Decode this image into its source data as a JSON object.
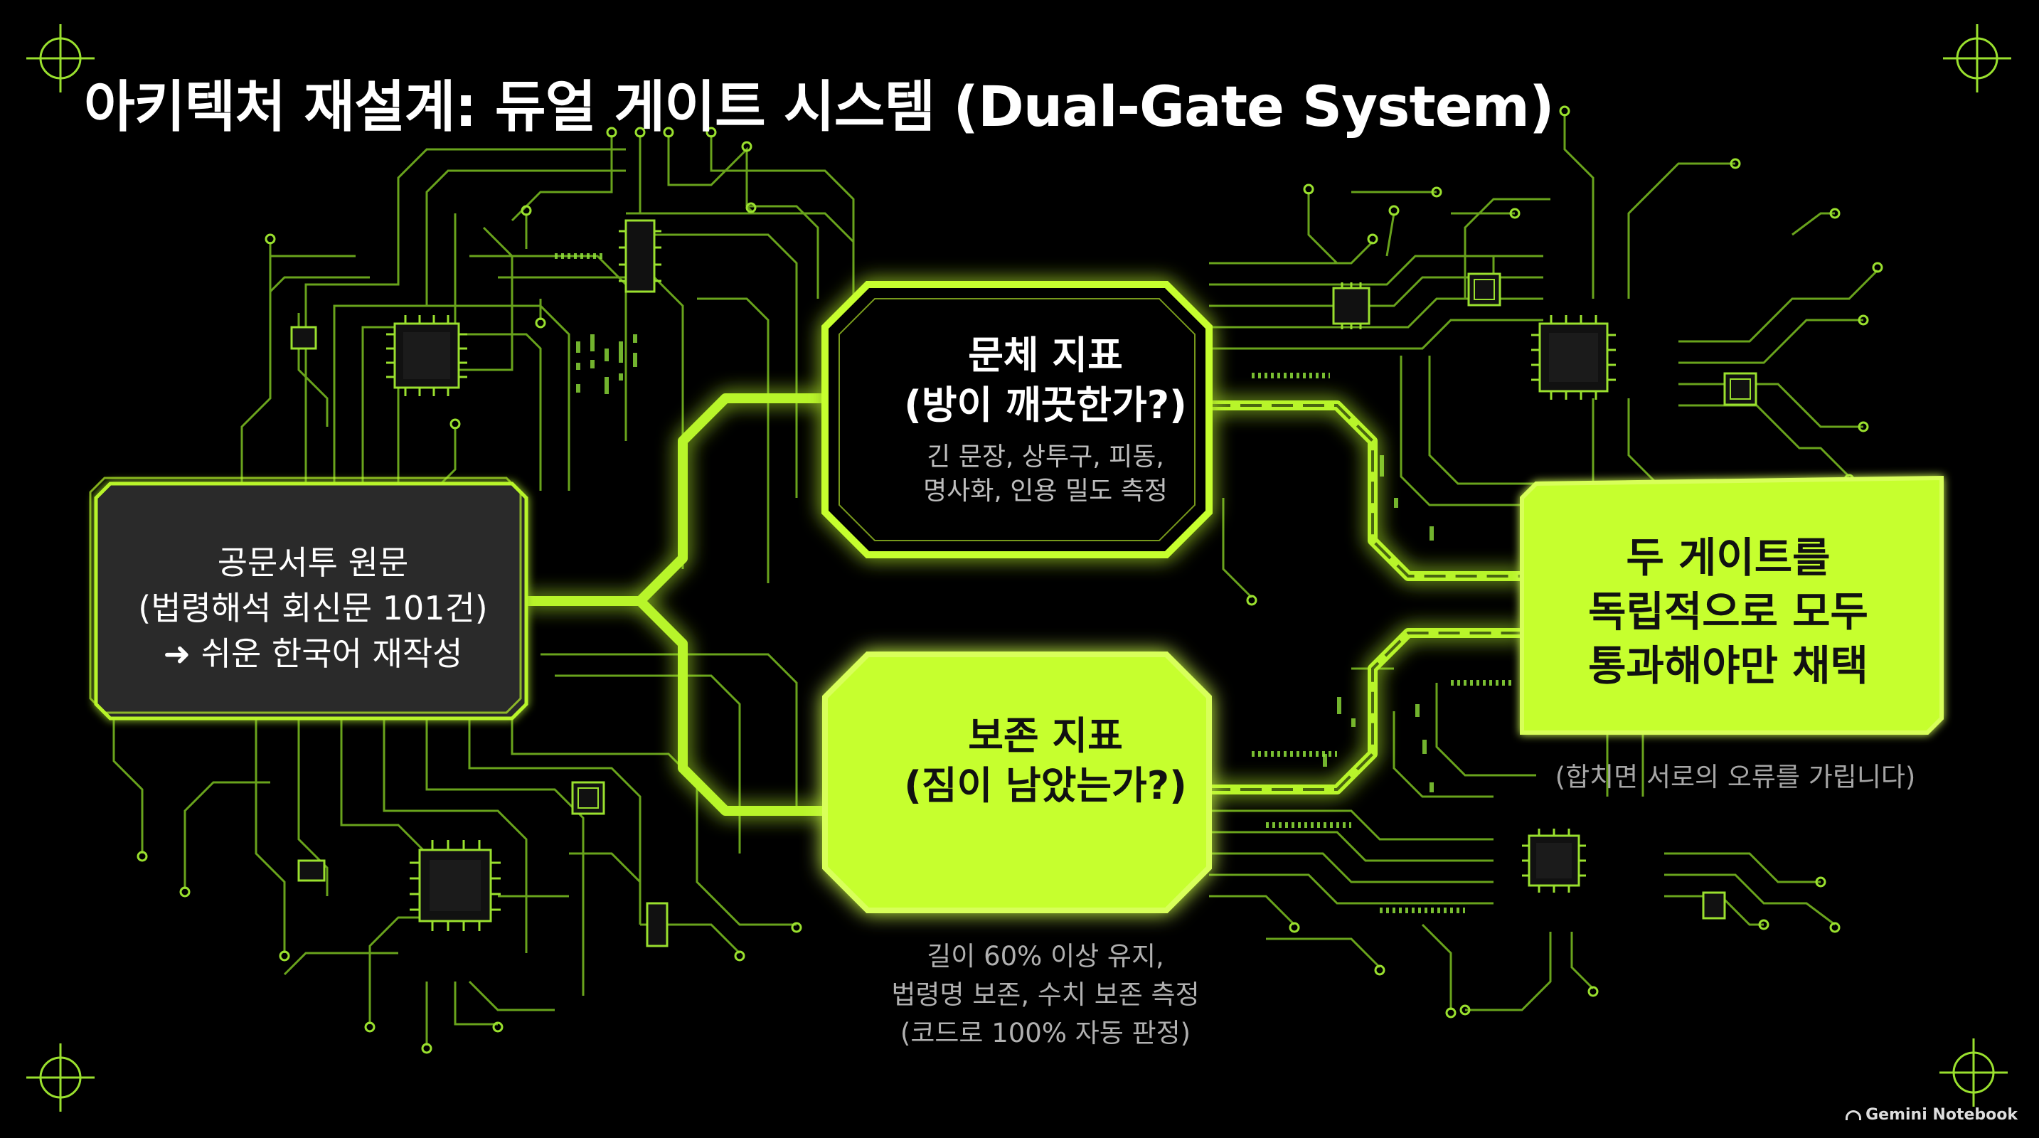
{
  "title": "아키텍처 재설계: 듀얼 게이트 시스템 (Dual-Gate System)",
  "source": {
    "lines": [
      "공문서투 원문",
      "(법령해석 회신문 101건)",
      "➜ 쉬운 한국어 재작성"
    ]
  },
  "problem_metric": {
    "title_lines": [
      "문체 지표",
      "(방이 깨끗한가?)"
    ],
    "desc_lines": [
      "긴 문장, 상투구, 피동,",
      "명사화, 인용 밀도 측정"
    ]
  },
  "preserve_metric": {
    "title_lines": [
      "보존 지표",
      "(짐이 남았는가?)"
    ],
    "desc_lines": [
      "길이 60% 이상 유지,",
      "법령명 보존, 수치 보존 측정",
      "(코드로 100% 자동 판정)"
    ]
  },
  "result": {
    "lines": [
      "두 게이트를",
      "독립적으로 모두",
      "통과해야만 채택"
    ],
    "note": "(합치면 서로의 오류를 가립니다)"
  },
  "brand": "Gemini Notebook",
  "colors": {
    "accent": "#c6ff2e",
    "trace": "#8fd42a",
    "background": "#000000",
    "dark_box": "#2a2a2a"
  }
}
